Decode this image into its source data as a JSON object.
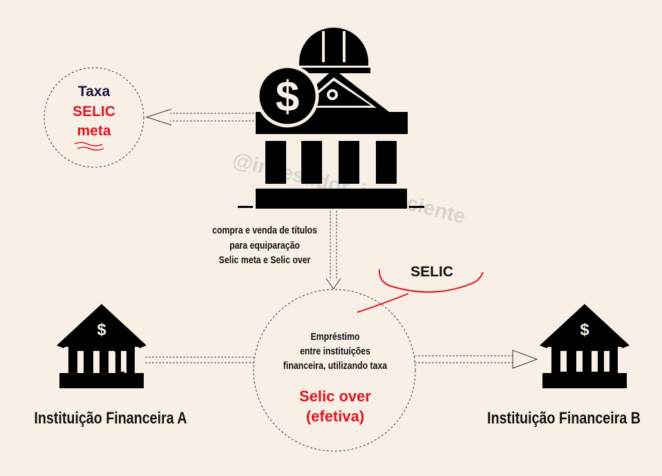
{
  "meta_circle": {
    "line1": "Taxa",
    "line2": "SELIC",
    "line3": "meta"
  },
  "central_bank": {
    "dollar_symbol": "$"
  },
  "arrow_label": {
    "line1": "compra e venda de títulos",
    "line2": "para equiparação",
    "line3": "Selic meta e Selic over"
  },
  "annotation": {
    "text": "SELIC"
  },
  "center_circle": {
    "line1": "Empréstimo",
    "line2": "entre instituições",
    "line3": "financeira, utilizando taxa",
    "highlight1": "Selic over",
    "highlight2": "(efetiva)"
  },
  "bank_a": {
    "dollar_symbol": "$",
    "label": "Instituição Financeira A"
  },
  "bank_b": {
    "dollar_symbol": "$",
    "label": "Instituição Financeira B"
  },
  "watermark": "@investidor_impaciente",
  "colors": {
    "background": "#f8f0e6",
    "accent_red": "#e0141e",
    "title_navy": "#14143c",
    "icon_black": "#000000"
  }
}
